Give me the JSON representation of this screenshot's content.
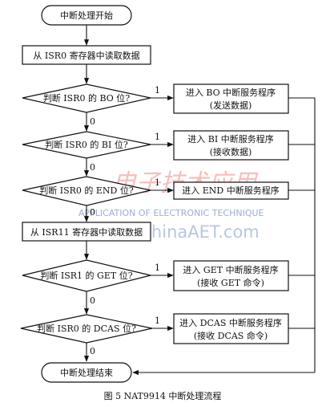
{
  "nodes": {
    "start": "中断处理开始",
    "read_isr0": "从 ISR0 寄存器中读取数据",
    "check_bo": "判断 ISR0 的 BO 位?",
    "bo_service_1": "进入 BO 中断服务程序",
    "bo_service_2": "(发送数据)",
    "check_bi": "判断 ISR0 的 BI 位?",
    "bi_service_1": "进入 BI 中断服务程序",
    "bi_service_2": "(接收数据)",
    "check_end": "判断 ISR0 的 END 位?",
    "end_service": "进入 END 中断服务程序",
    "read_isr11": "从 ISR11 寄存器中读取数据",
    "check_get": "判断 ISR1 的 GET 位?",
    "get_service_1": "进入 GET 中断服务程序",
    "get_service_2": "(接收 GET 命令)",
    "check_dcas": "判断 ISR0 的 DCAS 位?",
    "dcas_service_1": "进入 DCAS 中断服务程序",
    "dcas_service_2": "(接收 DCAS 命令)",
    "finish": "中断处理结束"
  },
  "edge_labels": {
    "yes": "1",
    "no": "0"
  },
  "caption": "图 5 NAT9914 中断处理流程",
  "watermark": {
    "cn": "电子技术应用",
    "en": "APPLICATION OF ELECTRONIC TECHNIQUE",
    "url": "www.ChinaAET.com"
  }
}
